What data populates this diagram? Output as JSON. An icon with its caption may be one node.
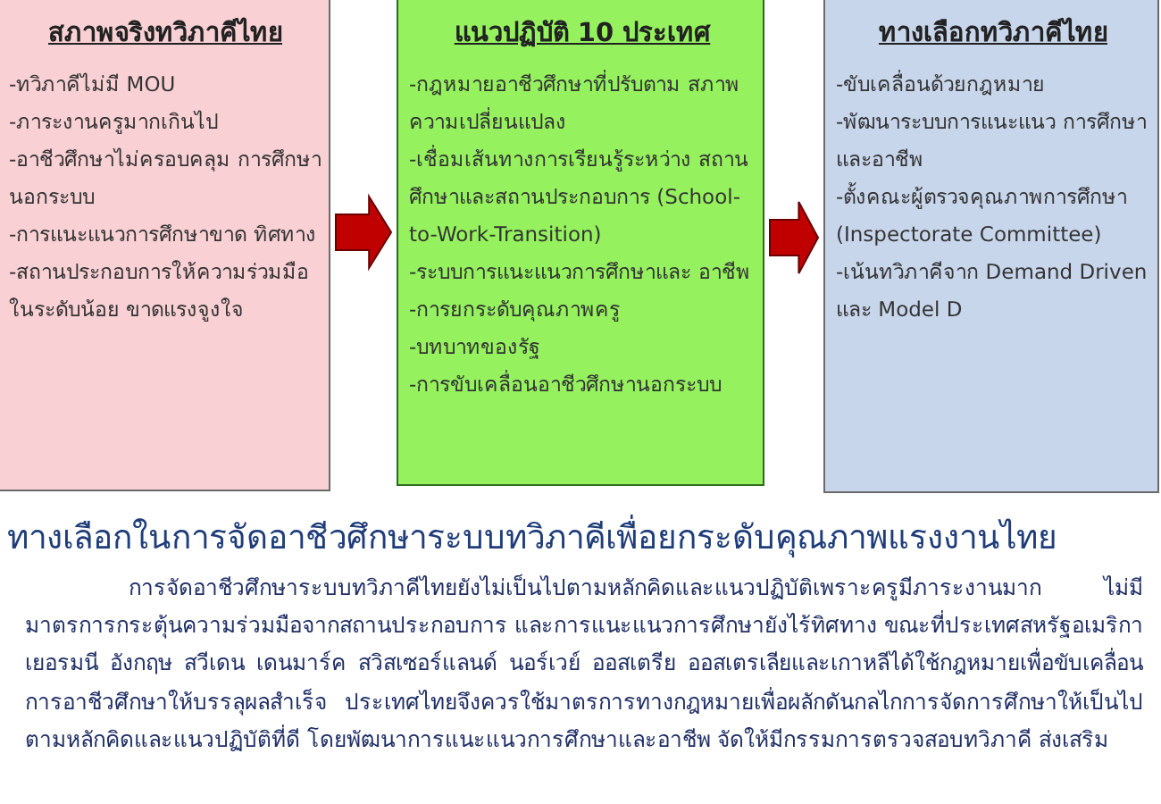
{
  "diagram": {
    "title": "ทางเลือกในการจัดอาชีวศึกษาระบบทวิภาคีเพื่อยกระดับคุณภาพแรงงานไทย",
    "nodes": [
      {
        "text": [
          "สภาพจริงทวิภาคีไทย",
          "-ทวิภาคีไม่มี MOU",
          "-ภาระงานครูมากเกินไป",
          "-อาชีวศึกษาไม่ครอบคลุม การศึกษานอกระบบ",
          "-การแนะแนวการศึกษาขาด ทิศทาง",
          "-สถานประกอบการให้ความร่วมมือ ในระดับน้อย ขาดแรงจูงใจ"
        ]
      },
      {
        "text": [
          "แนวปฏิบัติ 10 ประเทศ",
          "-กฎหมายอาชีวศึกษาที่ปรับตาม สภาพความเปลี่ยนแปลง",
          "-เชื่อมเส้นทางการเรียนรู้ระหว่าง สถานศึกษาและสถานประกอบการ (School-to-Work-Transition)",
          "-ระบบการแนะแนวการศึกษาและ อาชีพ",
          "-การยกระดับคุณภาพครู",
          "-บทบาทของรัฐ",
          "-การขับเคลื่อนอาชีวศึกษานอกระบบ"
        ]
      },
      {
        "text": [
          "ทางเลือกทวิภาคีไทย",
          "-ขับเคลื่อนด้วยกฎหมาย",
          "-พัฒนาระบบการแนะแนว การศึกษาและอาชีพ",
          "-ตั้งคณะผู้ตรวจคุณภาพการศึกษา (Inspectorate Committee)",
          "-เน้นทวิภาคีจาก Demand Driven และ Model D"
        ]
      }
    ],
    "edges": [
      {
        "from": 0,
        "to": 1,
        "arrow": "to"
      },
      {
        "from": 1,
        "to": 2,
        "arrow": "to"
      }
    ],
    "labels": [
      "การจัดอาชีวศึกษาระบบทวิภาคีไทยยังไม่เป็นไปตามหลักคิดและแนวปฏิบัติเพราะครูมีภาระงานมาก ไม่มีมาตรการกระตุ้นความร่วมมือจากสถานประกอบการ และการแนะแนวการศึกษายังไร้ทิศทาง ขณะที่ประเทศสหรัฐอเมริกา เยอรมนี อังกฤษ สวีเดน เดนมาร์ค สวิสเซอร์แลนด์ นอร์เวย์ ออสเตรีย ออสเตรเลียและเกาหลีได้ใช้กฎหมายเพื่อขับเคลื่อนการอาชีวศึกษาให้บรรลุผลสำเร็จ ประเทศไทยจึงควรใช้มาตรการทางกฎหมายเพื่อผลักดันกลไกการจัดการศึกษาให้เป็นไปตามหลักคิดและแนวปฏิบัติที่ดี โดยพัฒนาการแนะแนวการศึกษาและอาชีพ จัดให้มีกรรมการตรวจสอบทวิภาคี ส่งเสริม"
    ]
  }
}
